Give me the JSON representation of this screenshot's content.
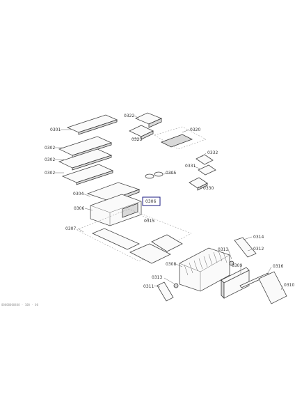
{
  "labels": {
    "p0301": "0301",
    "p0302a": "0302",
    "p0302b": "0302",
    "p0302c": "0302",
    "p0304": "0304",
    "p0306a": "0306",
    "p0306b": "0306",
    "p0307": "0307",
    "p0308": "0308",
    "p0309": "0309",
    "p0310": "0310",
    "p0311": "0311",
    "p0312": "0312",
    "p0313a": "0313",
    "p0313b": "0313",
    "p0314": "0314",
    "p0315": "0315",
    "p0316": "0316",
    "p0320": "0320",
    "p0322": "0322",
    "p0323": "0323",
    "p0305": "0305",
    "p0330": "0330",
    "p0331": "0331",
    "p0332": "0332"
  },
  "highlighted_part": "0306",
  "footer_code": "00000000400 - 100 - 00",
  "colors": {
    "highlight": "#1a1a80",
    "line": "#444444"
  }
}
